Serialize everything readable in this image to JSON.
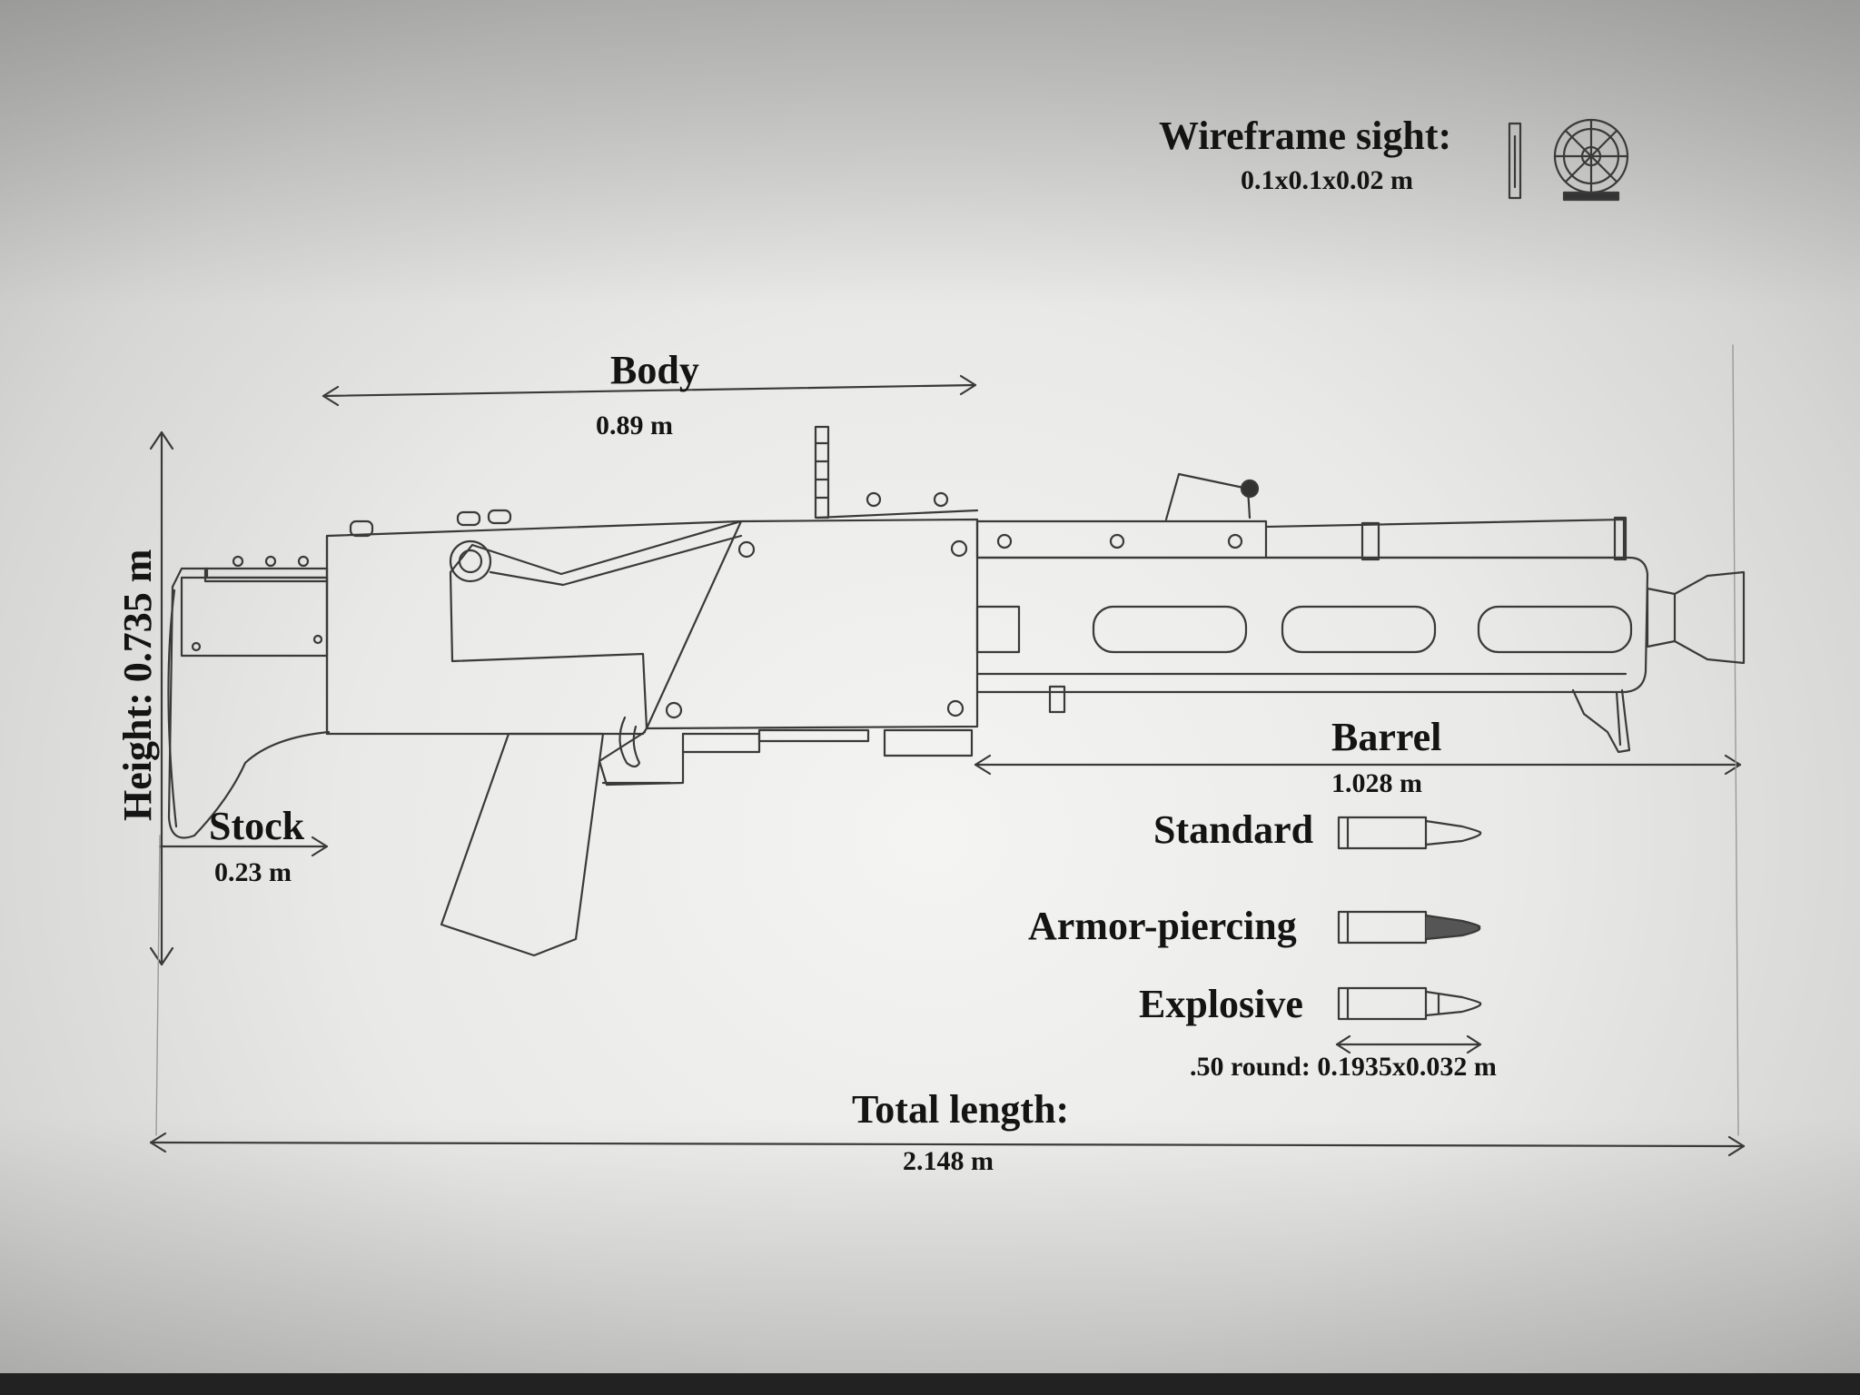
{
  "labels": {
    "wireframe_sight": "Wireframe sight:",
    "wireframe_sight_dims": "0.1x0.1x0.02 m",
    "body": "Body",
    "body_length": "0.89 m",
    "height": "Height: 0.735 m",
    "stock": "Stock",
    "stock_length": "0.23 m",
    "barrel": "Barrel",
    "barrel_length": "1.028 m",
    "ammo_standard": "Standard",
    "ammo_armor_piercing": "Armor-piercing",
    "ammo_explosive": "Explosive",
    "round_dims": ".50 round: 0.1935x0.032 m",
    "total_length": "Total length:",
    "total_length_value": "2.148 m"
  },
  "colors": {
    "pencil": "#3a3a3a",
    "ink": "#141414",
    "paper": "#ececea"
  }
}
